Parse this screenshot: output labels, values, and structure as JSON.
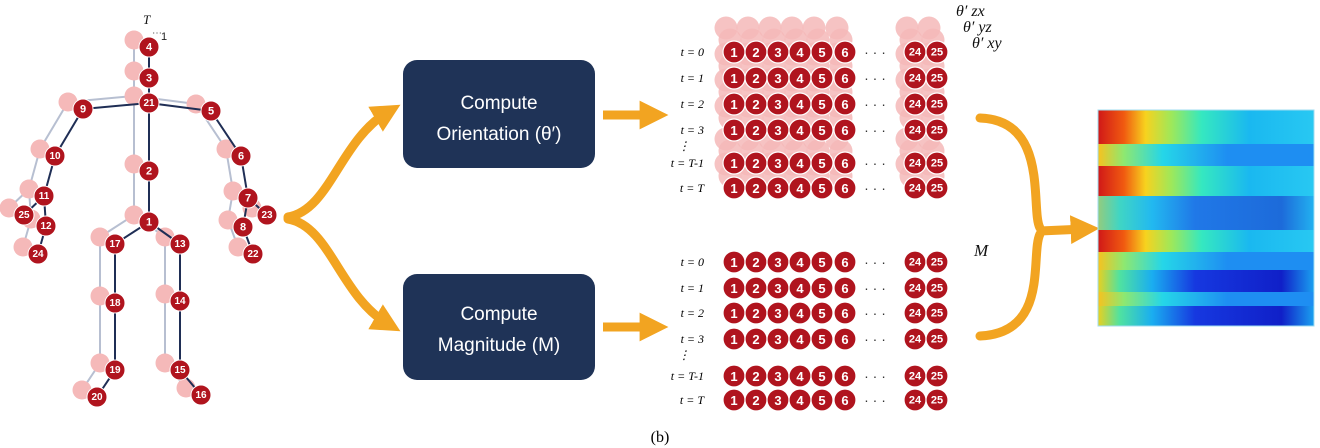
{
  "skeleton": {
    "top_label": "T",
    "top_sub": "1",
    "joints": [
      "1",
      "2",
      "3",
      "4",
      "5",
      "6",
      "7",
      "8",
      "9",
      "10",
      "11",
      "12",
      "13",
      "14",
      "15",
      "16",
      "17",
      "18",
      "19",
      "20",
      "21",
      "22",
      "23",
      "24",
      "25"
    ]
  },
  "boxes": {
    "orientation": {
      "line1": "Compute",
      "line2": "Orientation (θ′)"
    },
    "magnitude": {
      "line1": "Compute",
      "line2": "Magnitude (M)"
    }
  },
  "grids": {
    "orientation_labels": [
      "θ′ zx",
      "θ′ yz",
      "θ′ xy"
    ],
    "magnitude_label": "M",
    "time_rows": [
      "t = 0",
      "t = 1",
      "t = 2",
      "t = 3",
      "⋮",
      "t = T-1",
      "t = T"
    ],
    "cells": [
      "1",
      "2",
      "3",
      "4",
      "5",
      "6",
      "· · ·",
      "24",
      "25"
    ]
  },
  "caption": "(b)",
  "colors": {
    "joint": "#b0141e",
    "joint_dark": "#8d0f18",
    "ghost": "#f5b9b9",
    "box": "#1f3357",
    "arrow": "#f2a421",
    "bone": "#1f2e55",
    "bone_ghost": "#b7bfd1"
  }
}
